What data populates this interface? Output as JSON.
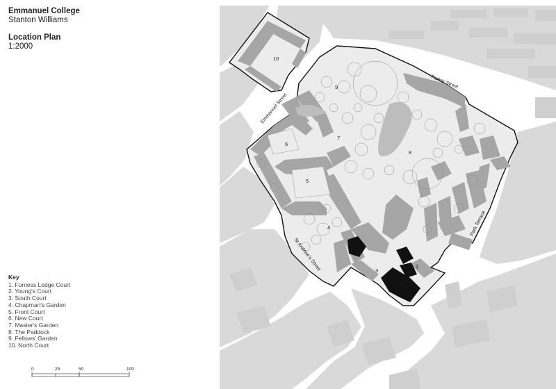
{
  "title": {
    "project": "Emmanuel College",
    "architect": "Stanton Williams",
    "plan_name": "Location Plan",
    "scale": "1:2000"
  },
  "key": {
    "heading": "Key",
    "items": [
      "1.   Furness Lodge Court",
      "2.   Young's Court",
      "3.   South Court",
      "4.   Chapman's Garden",
      "5.   Front Court",
      "6.   New Court",
      "7.   Master's Garden",
      "8.   The Paddock",
      "9.   Fellows' Garden",
      "10. North Court"
    ]
  },
  "scalebar": {
    "ticks": [
      "0",
      "25",
      "50",
      "100"
    ]
  },
  "streets": {
    "emmanuel": "Emmanuel Street",
    "parker": "Parker Street",
    "park_terrace": "Park Terrace",
    "st_andrews": "St Andrew's Street"
  },
  "area_numbers": [
    "1",
    "2",
    "3",
    "4",
    "5",
    "6",
    "7",
    "8",
    "9",
    "10"
  ],
  "colors": {
    "street_block": "#d9d9d9",
    "building": "#a6a6a6",
    "new_building": "#111111",
    "outline": "#111111",
    "background": "#ffffff"
  }
}
